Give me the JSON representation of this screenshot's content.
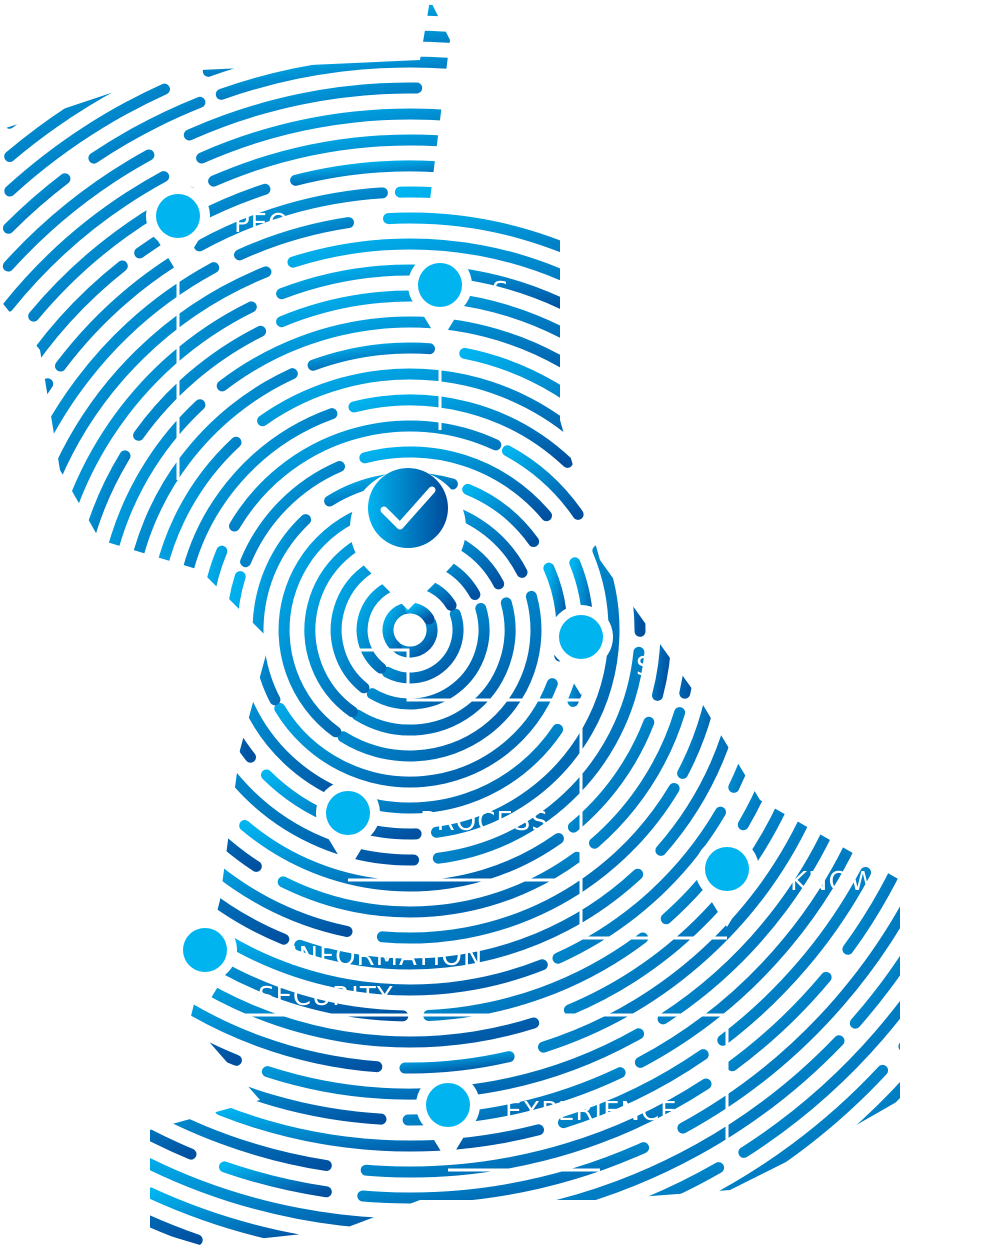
{
  "colors": {
    "light": "#00b4f0",
    "dark": "#0050a0",
    "pin": "#00b4f0",
    "label": "#ffffff"
  },
  "center_badge": {
    "icon": "check-icon"
  },
  "pins": [
    {
      "label": "PEO"
    },
    {
      "label": "S"
    },
    {
      "label": "S"
    },
    {
      "label": "PROCESS"
    },
    {
      "label": "KNOW"
    },
    {
      "label": "INFORMATION",
      "label2": "SECURITY"
    },
    {
      "label": "EXPERIENCE"
    }
  ]
}
